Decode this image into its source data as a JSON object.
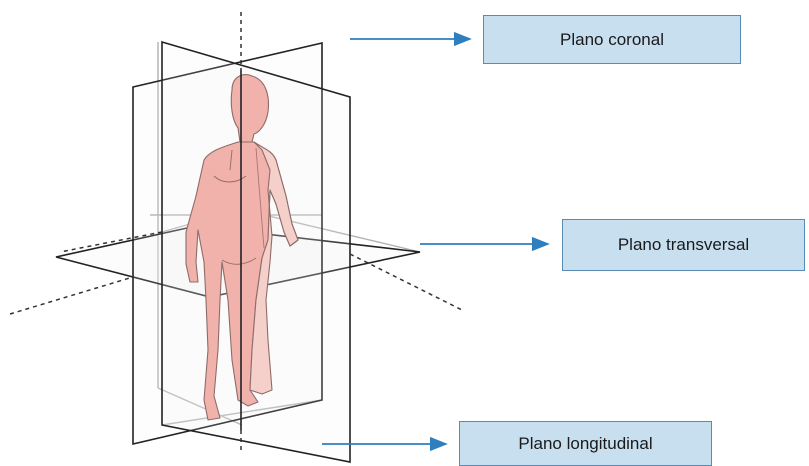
{
  "labels": {
    "coronal": "Plano coronal",
    "transversal": "Plano transversal",
    "longitudinal": "Plano longitudinal"
  },
  "colors": {
    "label_fill": "#c8dff0",
    "label_border": "#5a8bb5",
    "arrow": "#2f7fbf",
    "plane_line": "#222222",
    "plane_line_hidden": "#aaaaaa",
    "body_front": "#f19a92",
    "body_side": "#f7c3bc",
    "body_outline": "#6a3a36"
  }
}
